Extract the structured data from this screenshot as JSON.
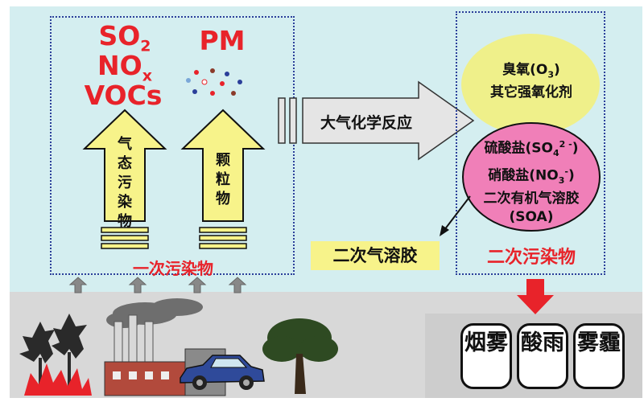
{
  "primary": {
    "gas_so2": "SO",
    "gas_so2_sub": "2",
    "gas_nox": "NO",
    "gas_nox_sub": "x",
    "gas_vocs": "VOCs",
    "pm": "PM",
    "gas_arrow_text": "气态污染物",
    "particle_arrow_text": "颗粒物",
    "label": "一次污染物"
  },
  "process": {
    "label": "大气化学反应"
  },
  "secondary": {
    "ozone_line1": "臭氧(O",
    "ozone_sub": "3",
    "ozone_line1_end": ")",
    "ozone_line2": "其它强氧化剂",
    "aerosol_line1": "硫酸盐(SO",
    "aerosol_line1_sub": "4",
    "aerosol_line1_sup": "2 -",
    "aerosol_line1_end": ")",
    "aerosol_line2": "硝酸盐(NO",
    "aerosol_line2_sub": "3",
    "aerosol_line2_sup": "-",
    "aerosol_line2_end": ")",
    "aerosol_line3": "二次有机气溶胶",
    "aerosol_line4": "(SOA)",
    "aerosol_tag": "二次气溶胶",
    "label": "二次污染物"
  },
  "results": [
    {
      "text": "烟雾"
    },
    {
      "text": "酸雨"
    },
    {
      "text": "雾霾"
    }
  ],
  "colors": {
    "panel": "#d4eef0",
    "red": "#e8232a",
    "yellow_arrow": "#f7f38a",
    "ozone": "#eff08a",
    "aerosol": "#f07fb8",
    "dotted_border": "#2b3f9a"
  }
}
